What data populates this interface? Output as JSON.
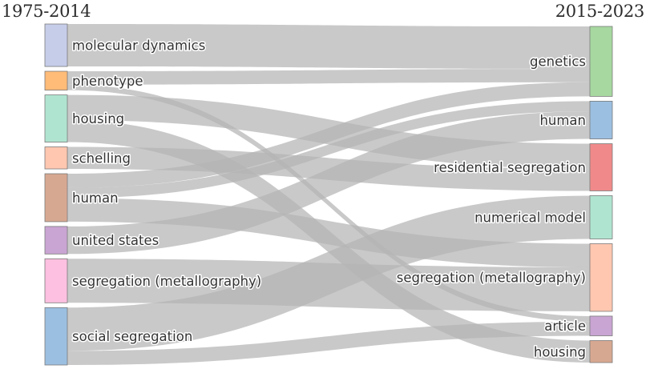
{
  "titles": {
    "left": "1975-2014",
    "right": "2015-2023"
  },
  "link_color": "#b4b4b4",
  "left_nodes": [
    {
      "id": "L0",
      "label": "molecular dynamics",
      "color": "#c6cde9"
    },
    {
      "id": "L1",
      "label": "phenotype",
      "color": "#ffbb78"
    },
    {
      "id": "L2",
      "label": "housing",
      "color": "#afe4d0"
    },
    {
      "id": "L3",
      "label": "schelling",
      "color": "#ffc7b0"
    },
    {
      "id": "L4",
      "label": "human",
      "color": "#d7a891"
    },
    {
      "id": "L5",
      "label": "united states",
      "color": "#c9a5d3"
    },
    {
      "id": "L6",
      "label": "segregation (metallography)",
      "color": "#fdc0e0"
    },
    {
      "id": "L7",
      "label": "social segregation",
      "color": "#9bbfe0"
    }
  ],
  "right_nodes": [
    {
      "id": "R0",
      "label": "genetics",
      "color": "#a6d8a0"
    },
    {
      "id": "R1",
      "label": "human",
      "color": "#9bbfe0"
    },
    {
      "id": "R2",
      "label": "residential segregation",
      "color": "#f08a8a"
    },
    {
      "id": "R3",
      "label": "numerical model",
      "color": "#afe4d0"
    },
    {
      "id": "R4",
      "label": "segregation (metallography)",
      "color": "#ffc7b0"
    },
    {
      "id": "R5",
      "label": "article",
      "color": "#c9a5d3"
    },
    {
      "id": "R6",
      "label": "housing",
      "color": "#d7a891"
    }
  ],
  "flows": [
    {
      "from": "L0",
      "to": "R0",
      "value": 54
    },
    {
      "from": "L1",
      "to": "R0",
      "value": 17
    },
    {
      "from": "L1",
      "to": "R5",
      "value": 7
    },
    {
      "from": "L2",
      "to": "R2",
      "value": 32
    },
    {
      "from": "L2",
      "to": "R6",
      "value": 28
    },
    {
      "from": "L3",
      "to": "R2",
      "value": 28
    },
    {
      "from": "L4",
      "to": "R0",
      "value": 18
    },
    {
      "from": "L4",
      "to": "R1",
      "value": 13
    },
    {
      "from": "L4",
      "to": "R4",
      "value": 30
    },
    {
      "from": "L5",
      "to": "R1",
      "value": 35
    },
    {
      "from": "L6",
      "to": "R4",
      "value": 56
    },
    {
      "from": "L7",
      "to": "R3",
      "value": 55
    },
    {
      "from": "L7",
      "to": "R5",
      "value": 18
    }
  ]
}
